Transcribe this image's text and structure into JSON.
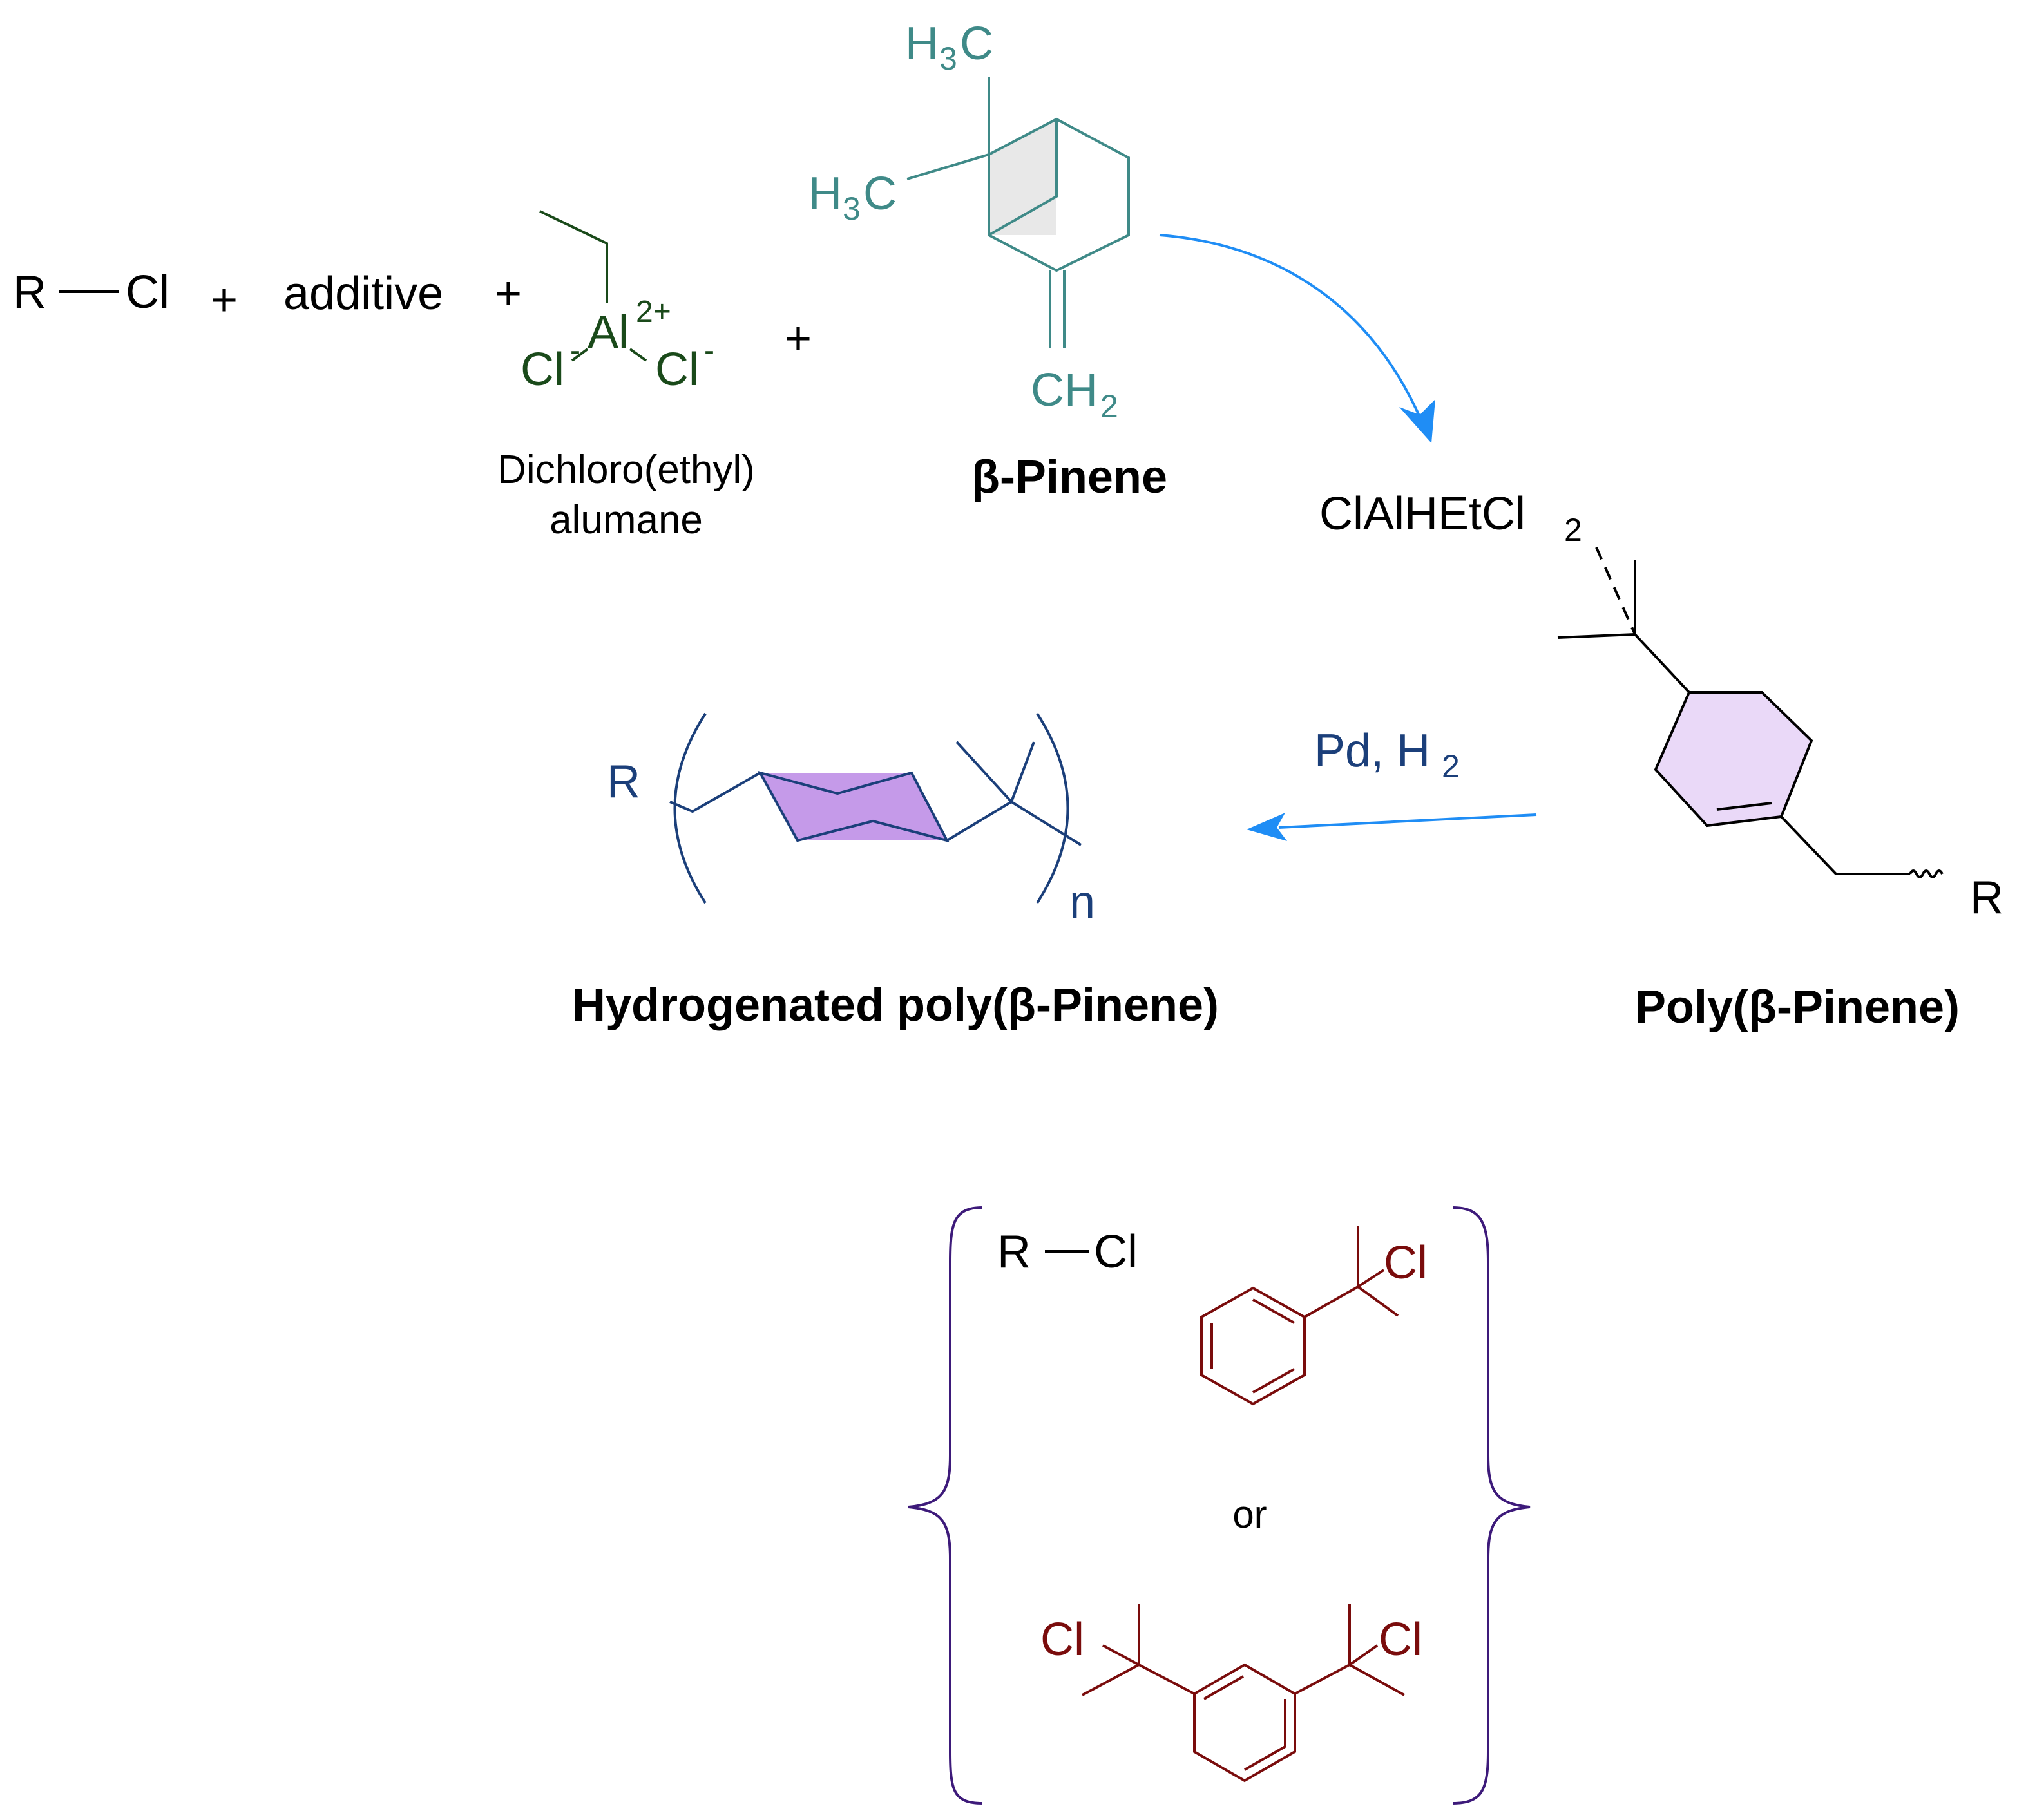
{
  "colors": {
    "black": "#000000",
    "alumane": "#1a4a1a",
    "pinene": "#3f8a88",
    "arrow": "#1f8df5",
    "polymer": "#1b3f7a",
    "poly_fill": "#ead9f8",
    "hpoly_fill": "#c59ae9",
    "pinene_fill": "#e8e8e8",
    "initiator": "#7a0c0c",
    "brace": "#3d1a7a"
  },
  "reactants": {
    "rcl_R": "R",
    "rcl_Cl": "Cl",
    "plus": "+",
    "additive": "additive"
  },
  "alumane": {
    "al": "Al",
    "al_charge": "2+",
    "cl": "Cl",
    "cl_charge": "-",
    "name_line1": "Dichloro(ethyl)",
    "name_line2": "alumane"
  },
  "pinene": {
    "h": "H",
    "sub3": "3",
    "c": "C",
    "ch": "CH",
    "sub2": "2",
    "name": "β-Pinene"
  },
  "intermediate": {
    "formula": "ClAlHEtCl",
    "sub2": "2"
  },
  "poly": {
    "name": "Poly(β-Pinene)",
    "end_group": "R"
  },
  "hydrogenation": {
    "reagent": "Pd, H",
    "sub2": "2"
  },
  "hpoly": {
    "end_group": "R",
    "repeat": "n",
    "name": "Hydrogenated poly(β-Pinene)"
  },
  "initiators": {
    "rcl_R": "R",
    "rcl_Cl": "Cl",
    "cl": "Cl",
    "or": "or"
  }
}
